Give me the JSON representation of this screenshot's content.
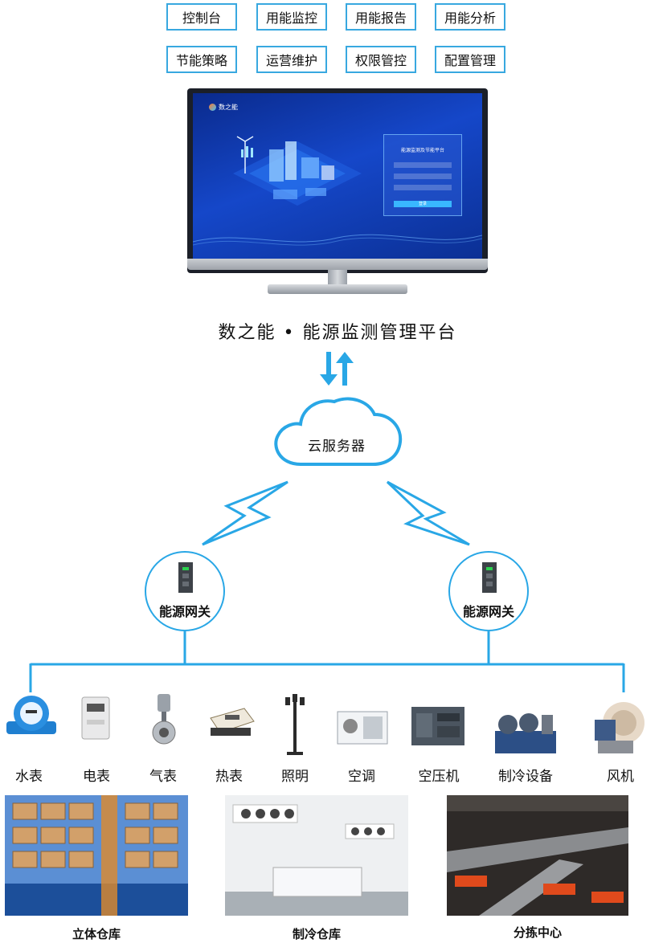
{
  "functions": [
    "控制台",
    "用能监控",
    "用能报告",
    "用能分析",
    "节能策略",
    "运营维护",
    "权限管控",
    "配置管理"
  ],
  "screen": {
    "logo_text": "数之能",
    "login_title": "能源监测及节能平台",
    "login_button": "登录"
  },
  "platform_title": "数之能 • 能源监测管理平台",
  "cloud_label": "云服务器",
  "gateways": [
    "能源网关",
    "能源网关"
  ],
  "devices": [
    "水表",
    "电表",
    "气表",
    "热表",
    "照明",
    "空调",
    "空压机",
    "制冷设备",
    "风机"
  ],
  "scenes": [
    "立体仓库",
    "制冷仓库",
    "分拣中心"
  ],
  "colors": {
    "accent": "#29a7e6",
    "border": "#38a8e0"
  }
}
